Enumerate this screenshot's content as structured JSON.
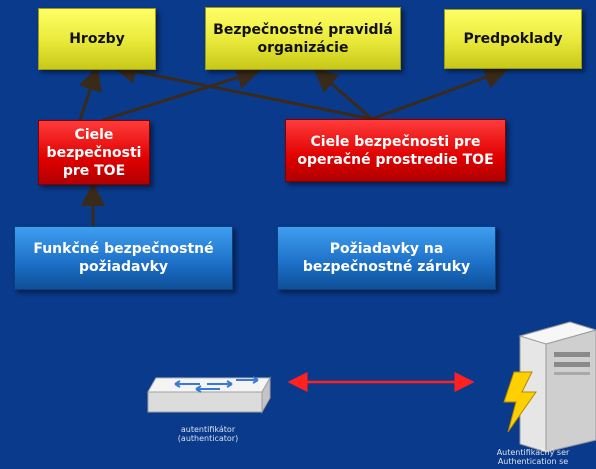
{
  "diagram": {
    "boxes": {
      "hrozby": "Hrozby",
      "pravidla": "Bezpečnostné pravidlá\norganizácie",
      "predpoklady": "Predpoklady",
      "ciele_toe": "Ciele\nbezpečnosti\npre TOE",
      "ciele_op": "Ciele bezpečnosti pre\noperačné prostredie TOE",
      "funkcne": "Funkčné bezpečnostné\npožiadavky",
      "zaruky": "Požiadavky na\nbezpečnostné záruky"
    },
    "devices": {
      "switch_label": "autentifikátor\n(authenticator)",
      "server_label": "Autentifikačný ser\nAuthentication se"
    },
    "colors": {
      "background": "#0a3a8c",
      "arrow_dark": "#3a2a1a",
      "connector_red": "#ff2020"
    },
    "icons": [
      "network-switch-icon",
      "server-lightning-icon"
    ]
  }
}
